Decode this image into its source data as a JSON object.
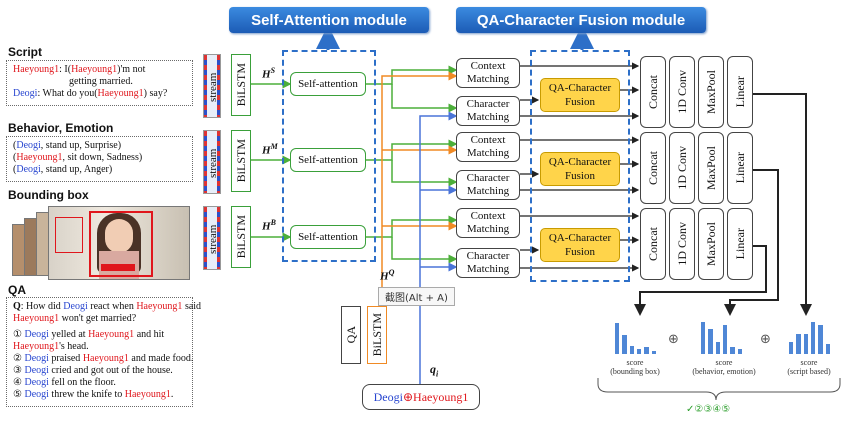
{
  "left": {
    "script_title": "Script",
    "script_lines": [
      [
        {
          "t": "Haeyoung1",
          "c": "red"
        },
        {
          "t": ": I(",
          "c": ""
        },
        {
          "t": "Haeyoung1",
          "c": "red"
        },
        {
          "t": ")'m not",
          "c": ""
        }
      ],
      [
        {
          "t": "getting married.",
          "c": "indent"
        }
      ],
      [
        {
          "t": "Deogi",
          "c": "blue"
        },
        {
          "t": ": What do you(",
          "c": ""
        },
        {
          "t": "Haeyoung1",
          "c": "red"
        },
        {
          "t": ") say?",
          "c": ""
        }
      ]
    ],
    "behavior_title": "Behavior, Emotion",
    "behavior_lines": [
      [
        {
          "t": "(",
          "c": ""
        },
        {
          "t": "Deogi",
          "c": "blue"
        },
        {
          "t": ", stand up, Surprise)",
          "c": ""
        }
      ],
      [
        {
          "t": "(",
          "c": ""
        },
        {
          "t": "Haeyoung1",
          "c": "red"
        },
        {
          "t": ", sit down, Sadness)",
          "c": ""
        }
      ],
      [
        {
          "t": "(",
          "c": ""
        },
        {
          "t": "Deogi",
          "c": "blue"
        },
        {
          "t": ", stand up, Anger)",
          "c": ""
        }
      ]
    ],
    "bbox_title": "Bounding box",
    "qa_title": "QA",
    "question": [
      [
        {
          "t": "Q",
          "c": "b"
        },
        {
          "t": ": How did ",
          "c": ""
        },
        {
          "t": "Deogi",
          "c": "blue"
        },
        {
          "t": " react when ",
          "c": ""
        },
        {
          "t": "Haeyoung1",
          "c": "red"
        },
        {
          "t": " said",
          "c": ""
        }
      ],
      [
        {
          "t": "Haeyoung1",
          "c": "red"
        },
        {
          "t": " won't get married?",
          "c": ""
        }
      ]
    ],
    "answers": [
      [
        {
          "t": "① ",
          "c": ""
        },
        {
          "t": "Deogi",
          "c": "blue"
        },
        {
          "t": " yelled at ",
          "c": ""
        },
        {
          "t": "Haeyoung1",
          "c": "red"
        },
        {
          "t": " and hit",
          "c": ""
        }
      ],
      [
        {
          "t": "Haeyoung1",
          "c": "red"
        },
        {
          "t": "'s head.",
          "c": ""
        }
      ],
      [
        {
          "t": "② ",
          "c": ""
        },
        {
          "t": "Deogi",
          "c": "blue"
        },
        {
          "t": " praised ",
          "c": ""
        },
        {
          "t": "Haeyoung1",
          "c": "red"
        },
        {
          "t": " and made food.",
          "c": ""
        }
      ],
      [
        {
          "t": "③ ",
          "c": ""
        },
        {
          "t": "Deogi",
          "c": "blue"
        },
        {
          "t": " cried and got out of the house.",
          "c": ""
        }
      ],
      [
        {
          "t": "④ ",
          "c": ""
        },
        {
          "t": "Deogi",
          "c": "blue"
        },
        {
          "t": " fell on the floor.",
          "c": ""
        }
      ],
      [
        {
          "t": "⑤ ",
          "c": ""
        },
        {
          "t": "Deogi",
          "c": "blue"
        },
        {
          "t": " threw the knife to ",
          "c": ""
        },
        {
          "t": "Haeyoung1",
          "c": "red"
        },
        {
          "t": ".",
          "c": ""
        }
      ]
    ]
  },
  "modules": {
    "self_attention": "Self-Attention module",
    "qa_fusion": "QA-Character Fusion module"
  },
  "labels": {
    "stream": "stream",
    "bilstm": "BiLSTM",
    "self_attention": "Self-attention",
    "context_matching": "Context\nMatching",
    "character_matching": "Character\nMatching",
    "qa_char_fusion": "QA-Character\nFusion",
    "concat": "Concat",
    "conv": "1D Conv",
    "maxpool": "MaxPool",
    "linear": "Linear",
    "qa": "QA",
    "hs": "H",
    "hs_sup": "S",
    "hm": "H",
    "hm_sup": "M",
    "hb": "H",
    "hb_sup": "B",
    "hq": "H",
    "hq_sup": "Q",
    "qi": "q",
    "qi_sub": "i",
    "screenshot_tip": "截图(Alt + A)",
    "deogi": "Deogi",
    "oplus": "⊕",
    "haeyoung": "Haeyoung1",
    "answer_marks": "✓②③④⑤"
  },
  "scores": {
    "bbox": {
      "caption": "score\n(bounding box)",
      "values": [
        0.9,
        0.55,
        0.25,
        0.15,
        0.2,
        0.1
      ]
    },
    "behavior": {
      "caption": "score\n(behavior, emotion)",
      "values": [
        0.95,
        0.75,
        0.35,
        0.85,
        0.2,
        0.15
      ]
    },
    "script": {
      "caption": "score\n(script based)",
      "values": [
        0.35,
        0.6,
        0.6,
        0.95,
        0.85,
        0.3
      ]
    },
    "plus": "⊕"
  },
  "colors": {
    "green": "#4caf3a",
    "orange": "#f08a24",
    "blue": "#4a74d8",
    "dark": "#222222",
    "fusion": "#ffd44a",
    "banner": "#1f62bd"
  }
}
